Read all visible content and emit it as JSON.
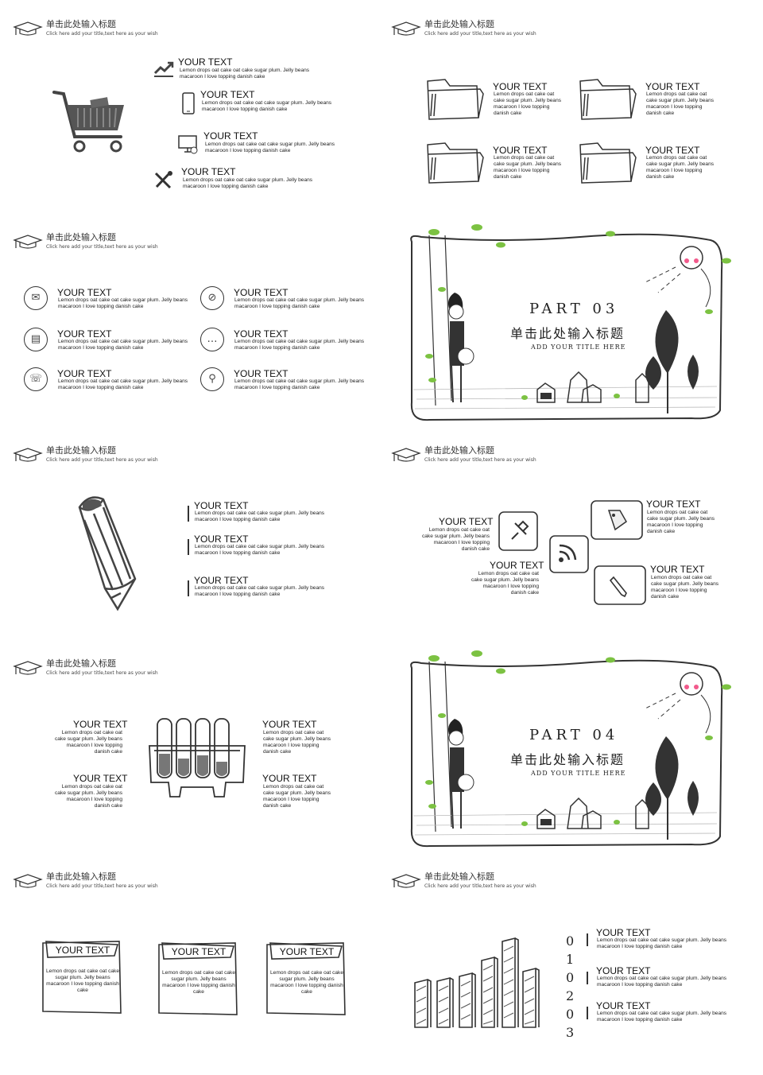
{
  "header": {
    "title": "单击此处输入标题",
    "subtitle": "Click here add your title,text here as your wish"
  },
  "item_heading": "YOUR TEXT",
  "body_long": "Lemon drops oat cake oat cake sugar plum. Jelly beans macaroon I love topping danish cake",
  "body_short": "Lemon drops oat cake oat cake sugar plum. Jelly beans macaroon I love topping danish cake",
  "slides": {
    "s1": {
      "icons": [
        "chart-up-icon",
        "phone-icon",
        "monitor-icon",
        "tools-icon"
      ]
    },
    "s3": {
      "icons": [
        "mail-icon",
        "attachment-icon",
        "message-icon",
        "chat-icon",
        "phone-icon",
        "pin-icon"
      ]
    },
    "part3": {
      "part": "PART 03",
      "title": "单击此处输入标题",
      "subtitle": "ADD YOUR TITLE HERE"
    },
    "part4": {
      "part": "PART 04",
      "title": "单击此处输入标题",
      "subtitle": "ADD YOUR TITLE HERE"
    },
    "s10": {
      "digits": [
        "0",
        "1",
        "0",
        "2",
        "0",
        "3"
      ]
    }
  },
  "colors": {
    "accent_green": "#7cc242",
    "ink": "#333333",
    "cheek_pink": "#f25a8c"
  }
}
